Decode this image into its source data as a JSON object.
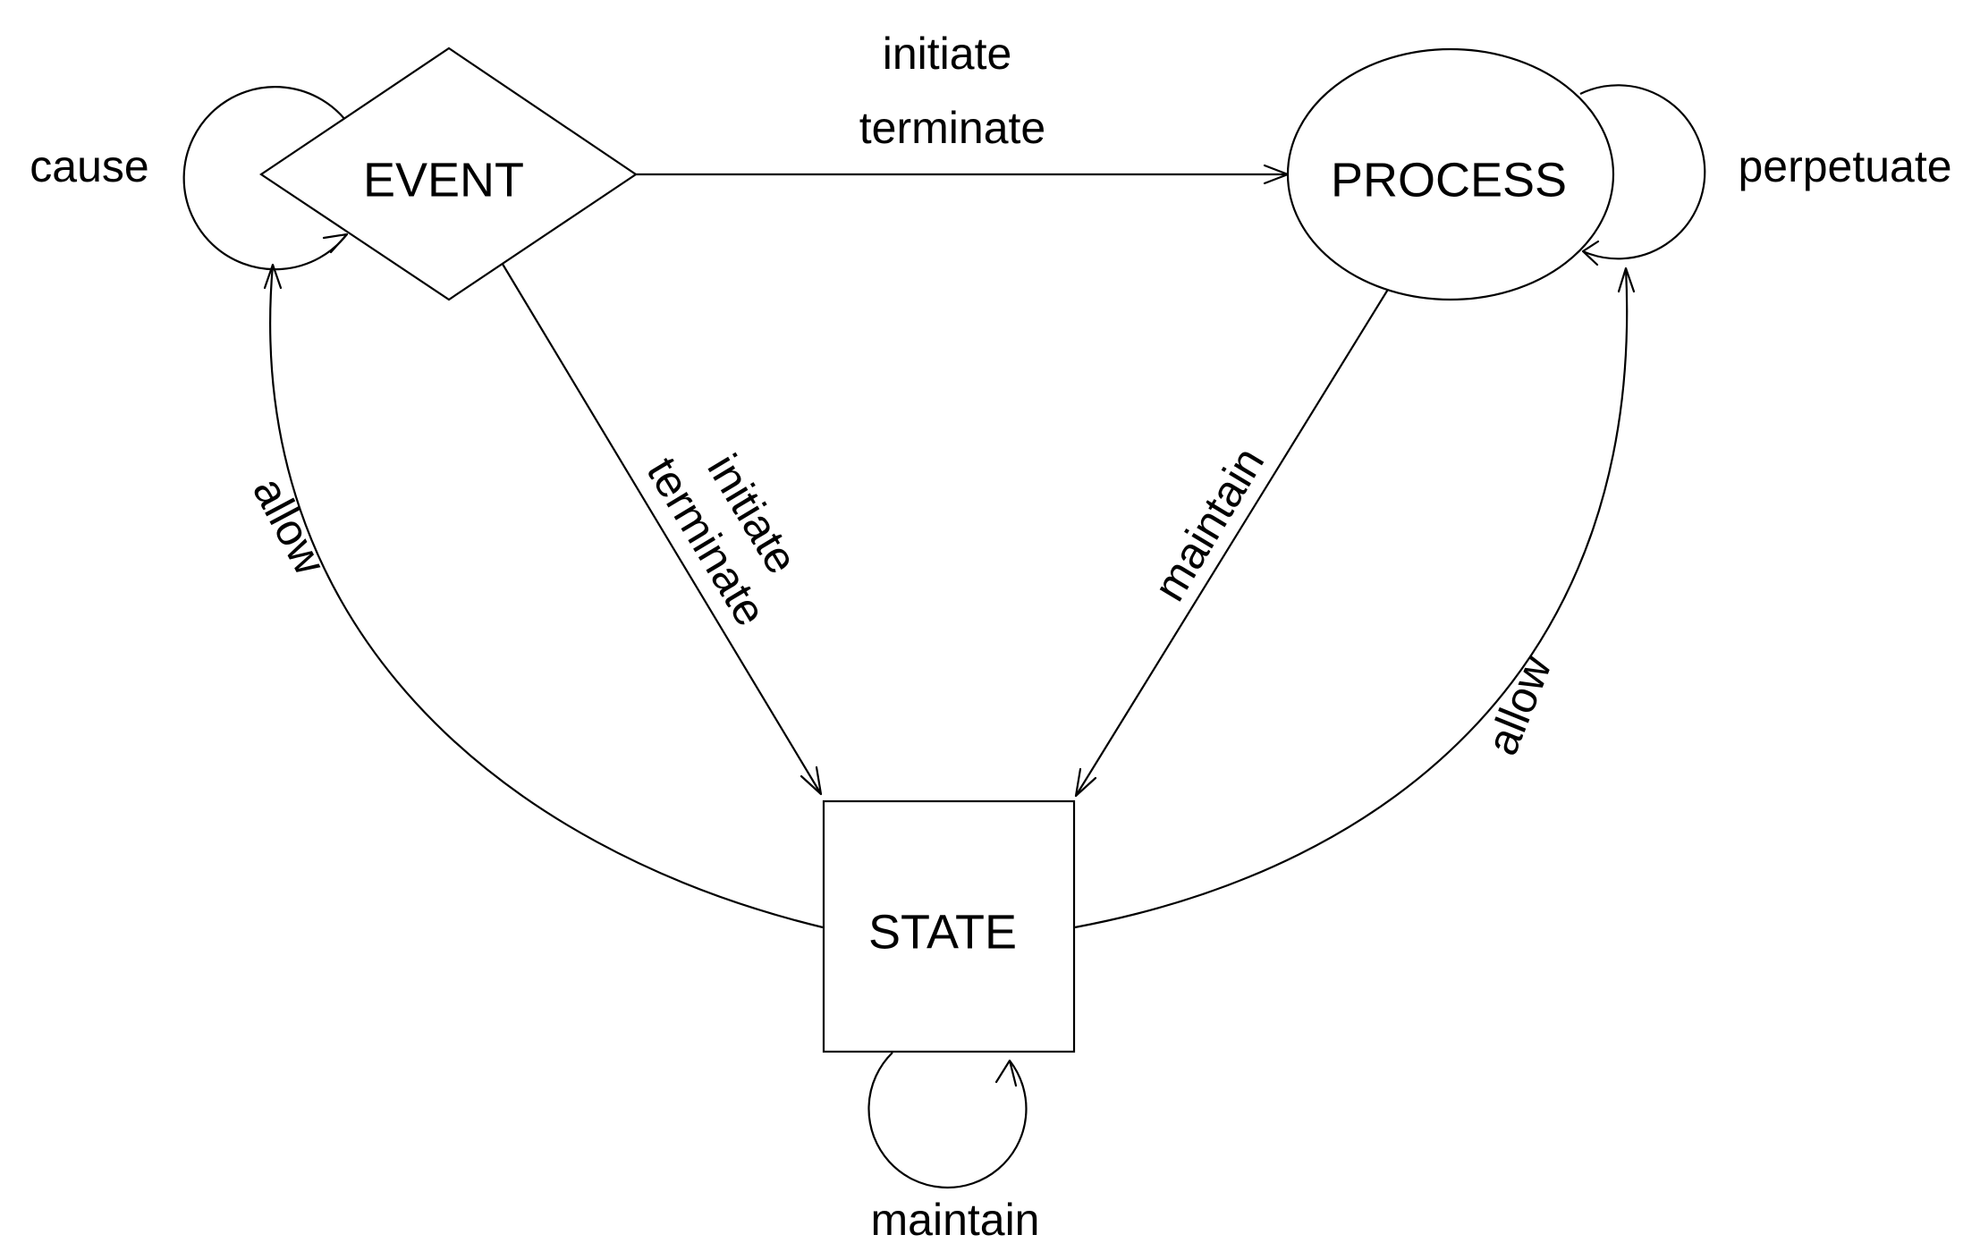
{
  "nodes": {
    "event": "EVENT",
    "process": "PROCESS",
    "state": "STATE"
  },
  "edges": {
    "event_self_loop": "cause",
    "event_to_process_line1": "initiate",
    "event_to_process_line2": "terminate",
    "process_self_loop": "perpetuate",
    "event_to_state_line1": "initiate",
    "event_to_state_line2": "terminate",
    "process_to_state": "maintain",
    "state_to_event": "allow",
    "state_to_process": "allow",
    "state_self_loop": "maintain"
  },
  "colors": {
    "line": "#000000",
    "background": "#ffffff"
  }
}
